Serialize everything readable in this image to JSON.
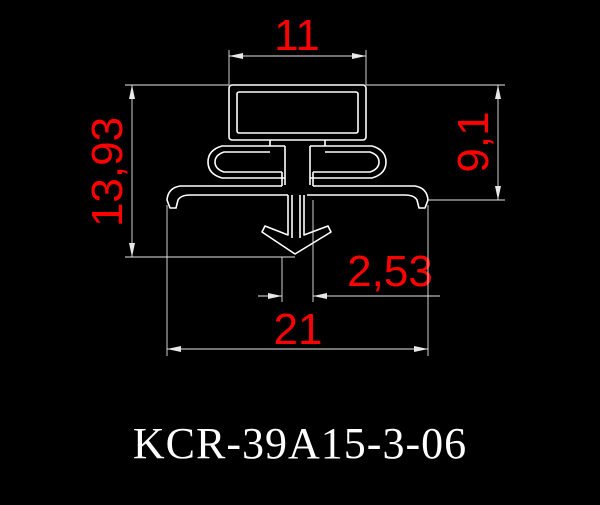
{
  "drawing": {
    "dimensions": {
      "top_width": "11",
      "overall_height": "13,93",
      "right_height": "9,1",
      "offset": "2,53",
      "bottom_width": "21"
    },
    "part_code": "KCR-39A15-3-06"
  },
  "colors": {
    "background": "#000000",
    "dimension_text": "#ff0000",
    "profile_line": "#ffffff",
    "dimension_line": "#e8e8e8"
  }
}
